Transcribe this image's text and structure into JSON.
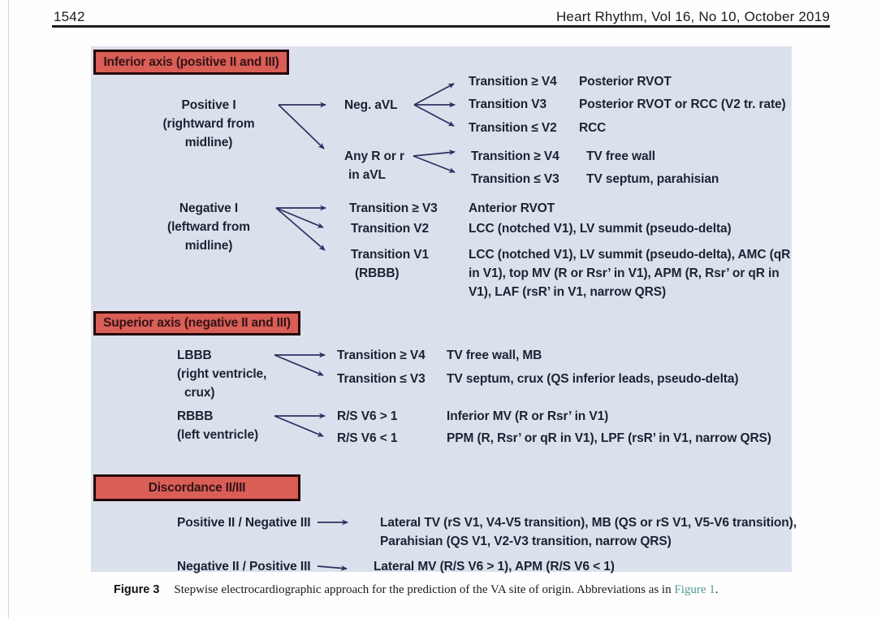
{
  "header": {
    "page_number": "1542",
    "journal_ref": "Heart Rhythm, Vol 16, No 10, October 2019"
  },
  "sections": {
    "inferior": {
      "title": "Inferior axis (positive II and III)",
      "branch1": {
        "lines": [
          "Positive I",
          "(rightward from",
          "midline)"
        ]
      },
      "node1": "Neg. aVL",
      "node2": {
        "lines": [
          "Any R or r",
          "in aVL"
        ]
      },
      "rows": [
        {
          "criterion": "Transition ≥ V4",
          "result": "Posterior RVOT"
        },
        {
          "criterion": "Transition V3",
          "result": "Posterior RVOT or RCC (V2 tr. rate)"
        },
        {
          "criterion": "Transition ≤ V2",
          "result": "RCC"
        },
        {
          "criterion": "Transition ≥ V4",
          "result": "TV free wall"
        },
        {
          "criterion": "Transition ≤ V3",
          "result": "TV septum, parahisian"
        }
      ],
      "branch2": {
        "lines": [
          "Negative I",
          "(leftward from",
          "midline)"
        ]
      },
      "rows2": [
        {
          "criterion": "Transition ≥ V3",
          "result": "Anterior RVOT"
        },
        {
          "criterion": "Transition V2",
          "result": "LCC (notched V1), LV summit (pseudo-delta)"
        },
        {
          "criterion_lines": [
            "Transition V1",
            "(RBBB)"
          ],
          "result_lines": [
            "LCC (notched V1), LV summit (pseudo-delta), AMC (qR",
            "in V1), top MV (R or Rsr’ in V1), APM (R, Rsr’ or qR in",
            "V1), LAF (rsR’ in V1, narrow QRS)"
          ]
        }
      ]
    },
    "superior": {
      "title": "Superior axis (negative II and III)",
      "lbbb": {
        "lines": [
          "LBBB",
          "(right ventricle,",
          "crux)"
        ]
      },
      "lbbb_rows": [
        {
          "criterion": "Transition ≥ V4",
          "result": "TV free wall, MB"
        },
        {
          "criterion": "Transition ≤ V3",
          "result": "TV septum, crux (QS inferior leads, pseudo-delta)"
        }
      ],
      "rbbb": {
        "lines": [
          "RBBB",
          "(left ventricle)"
        ]
      },
      "rbbb_rows": [
        {
          "criterion": "R/S V6 > 1",
          "result": "Inferior MV (R or Rsr’ in V1)"
        },
        {
          "criterion": "R/S V6 < 1",
          "result": "PPM (R, Rsr’ or qR in V1), LPF (rsR’ in V1, narrow QRS)"
        }
      ]
    },
    "discordance": {
      "title": "Discordance II/III",
      "row1": {
        "label": "Positive II / Negative III",
        "result_lines": [
          "Lateral TV (rS V1, V4-V5 transition), MB (QS or rS V1, V5-V6 transition),",
          "Parahisian (QS V1, V2-V3 transition, narrow QRS)"
        ]
      },
      "row2": {
        "label": "Negative II / Positive III",
        "result": "Lateral MV (R/S V6 > 1), APM (R/S V6 < 1)"
      }
    }
  },
  "caption": {
    "label": "Figure 3",
    "text": "Stepwise electrocardiographic approach for the prediction of the VA site of origin. Abbreviations as in ",
    "link": "Figure 1",
    "period": "."
  },
  "colors": {
    "panel_bg": "#dbe1ec",
    "box_fill": "#d95e56",
    "box_border": "#240708",
    "text": "#1d2133",
    "arrow": "#2d2f60",
    "link": "#4f9b94"
  }
}
